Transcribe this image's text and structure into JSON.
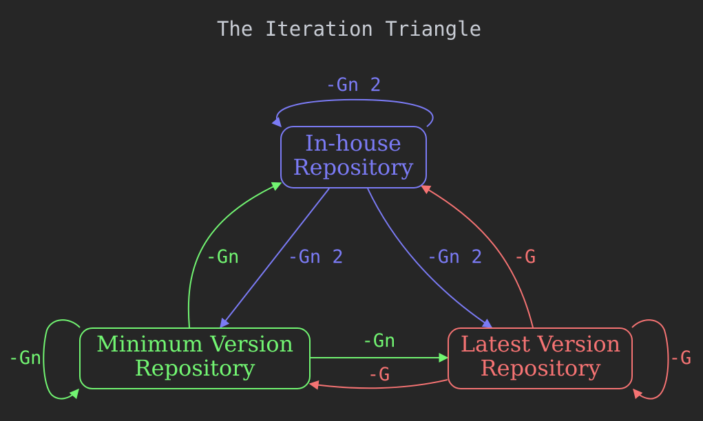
{
  "diagram": {
    "title": "The Iteration Triangle",
    "colors": {
      "background": "#262626",
      "title": "#c8ccd4",
      "inhouse": "#7b7bf5",
      "minimum": "#72f572",
      "latest": "#f57373"
    },
    "nodes": {
      "inhouse": {
        "line1": "In-house",
        "line2": "Repository"
      },
      "minimum": {
        "line1": "Minimum Version",
        "line2": "Repository"
      },
      "latest": {
        "line1": "Latest Version",
        "line2": "Repository"
      }
    },
    "edges": {
      "inhouse_self": "-Gn 2",
      "inhouse_to_minimum": "-Gn 2",
      "inhouse_to_latest": "-Gn 2",
      "minimum_to_inhouse": "-Gn",
      "minimum_to_latest": "-Gn",
      "minimum_self": "-Gn",
      "latest_to_inhouse": "-G",
      "latest_to_minimum": "-G",
      "latest_self": "-G"
    }
  }
}
